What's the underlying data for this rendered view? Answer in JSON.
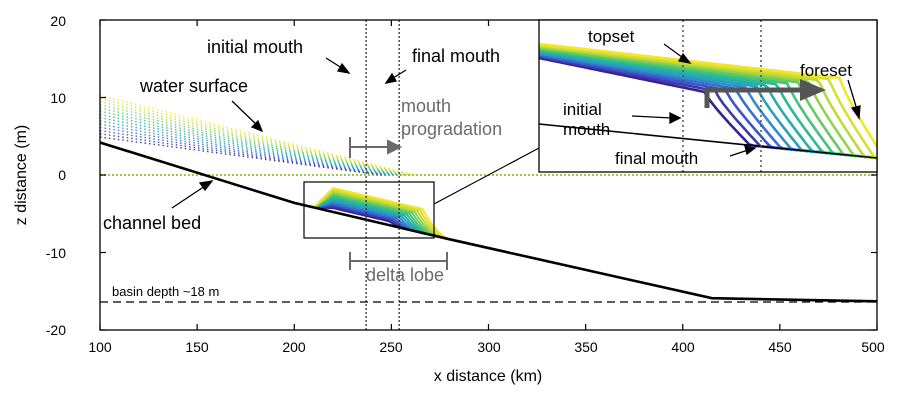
{
  "chart_data": {
    "type": "line",
    "title": "",
    "xlabel": "x distance (km)",
    "ylabel": "z distance (m)",
    "xlim": [
      100,
      500
    ],
    "ylim": [
      -20,
      20
    ],
    "x_ticks": [
      100,
      150,
      200,
      250,
      300,
      350,
      400,
      450,
      500
    ],
    "y_ticks": [
      -20,
      -10,
      0,
      10,
      20
    ],
    "grid": false,
    "colormap": [
      "#3b1f8c",
      "#3a5ad1",
      "#2f96c7",
      "#20b6a3",
      "#56c866",
      "#b6d93c",
      "#f4e526"
    ],
    "water_surface_color": "#9ccb35",
    "channel_bed": {
      "name": "channel bed",
      "points": [
        [
          100,
          4.2
        ],
        [
          200,
          -3.6
        ],
        [
          280,
          -8.3
        ],
        [
          415,
          -15.9
        ],
        [
          500,
          -16.3
        ]
      ]
    },
    "basin_depth": {
      "label": "basin depth ~18 m",
      "z": -16.3
    },
    "initial_mouth_x": 237,
    "final_mouth_x": 254,
    "delta_lobe_x": [
      237,
      287
    ],
    "mouth_progradation_x": [
      237,
      254
    ],
    "zoom_box": {
      "x": [
        213,
        280
      ],
      "z": [
        -7.8,
        -0.8
      ]
    },
    "annotations": {
      "water_surface": "water surface",
      "channel_bed": "channel bed",
      "initial_mouth": "initial mouth",
      "final_mouth": "final mouth",
      "mouth_progradation_1": "mouth",
      "mouth_progradation_2": "progradation",
      "delta_lobe": "delta lobe",
      "basin_depth": "basin depth ~18 m"
    },
    "inset": {
      "topset": "topset",
      "foreset": "foreset",
      "initial_mouth_1": "initial",
      "initial_mouth_2": "mouth",
      "final_mouth": "final mouth"
    }
  }
}
